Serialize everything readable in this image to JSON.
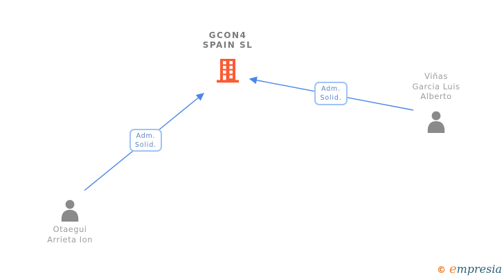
{
  "diagram": {
    "company": {
      "name_lines": [
        "GCON4",
        "SPAIN SL"
      ],
      "icon": "building-icon",
      "icon_color": "#F95B33"
    },
    "edges": [
      {
        "from": "Otaegui Arrieta Ion",
        "to": "GCON4 SPAIN SL",
        "label_lines": [
          "Adm.",
          "Solid."
        ]
      },
      {
        "from": "Viñas Garcia Luis Alberto",
        "to": "GCON4 SPAIN SL",
        "label_lines": [
          "Adm.",
          "Solid."
        ]
      }
    ],
    "people": [
      {
        "name_lines": [
          "Otaegui",
          "Arrieta Ion"
        ],
        "icon": "person-icon"
      },
      {
        "name_lines": [
          "Viñas",
          "Garcia Luis",
          "Alberto"
        ],
        "icon": "person-icon"
      }
    ],
    "colors": {
      "edge_blue": "#4A86E8",
      "label_border": "#9FC3F5",
      "label_text": "#5B84C4",
      "person_gray": "#8A8A8A",
      "name_text": "#9D9D9D",
      "company_text": "#7B7B7B",
      "building_orange": "#F95B33"
    }
  },
  "footer": {
    "copyright_symbol": "©",
    "brand_prefix": "e",
    "brand_suffix": "mpresia"
  }
}
